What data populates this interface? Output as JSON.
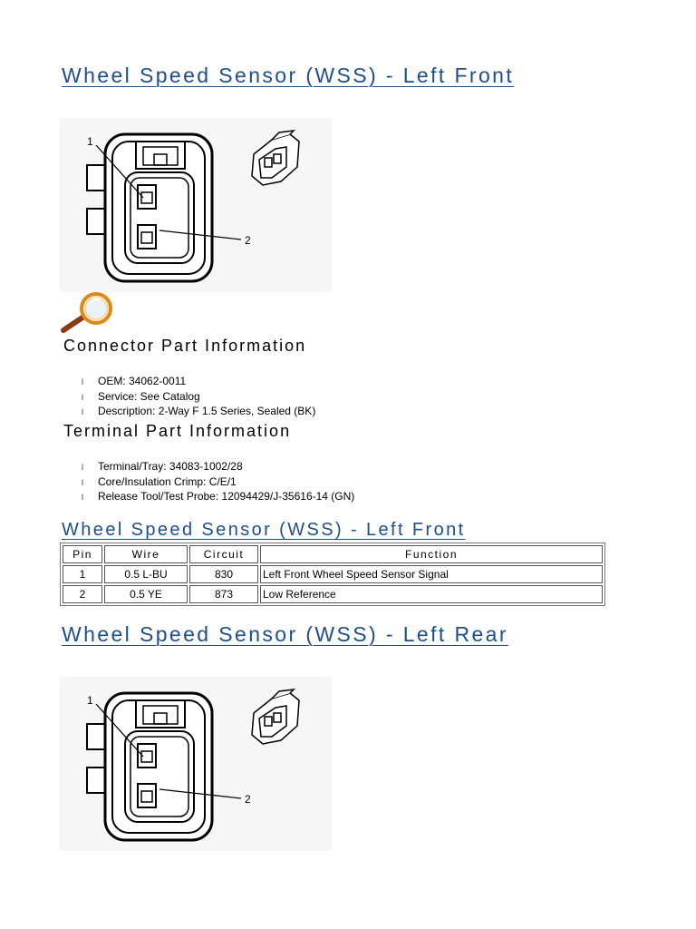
{
  "section1": {
    "title": "Wheel Speed Sensor (WSS) - Left Front",
    "diagram": {
      "pin1_label": "1",
      "pin2_label": "2"
    }
  },
  "connector_info": {
    "heading": "Connector Part Information",
    "items": [
      "OEM: 34062-0011",
      "Service: See Catalog",
      "Description: 2-Way F 1.5 Series, Sealed (BK)"
    ]
  },
  "terminal_info": {
    "heading": "Terminal Part Information",
    "items": [
      "Terminal/Tray: 34083-1002/28",
      "Core/Insulation Crimp: C/E/1",
      "Release Tool/Test Probe: 12094429/J-35616-14 (GN)"
    ]
  },
  "bullet_mark": "l",
  "pin_table": {
    "title": "Wheel Speed Sensor (WSS) - Left Front",
    "headers": [
      "Pin",
      "Wire",
      "Circuit",
      "Function"
    ],
    "rows": [
      [
        "1",
        "0.5 L-BU",
        "830",
        "Left Front Wheel Speed Sensor Signal"
      ],
      [
        "2",
        "0.5 YE",
        "873",
        "Low Reference"
      ]
    ]
  },
  "section2": {
    "title": "Wheel Speed Sensor (WSS) - Left Rear",
    "diagram": {
      "pin1_label": "1",
      "pin2_label": "2"
    }
  },
  "icons": {
    "zoom": "magnifier-icon"
  }
}
